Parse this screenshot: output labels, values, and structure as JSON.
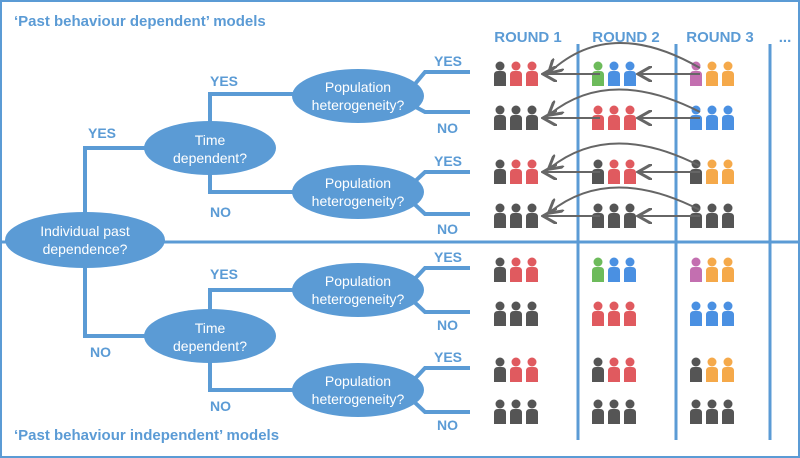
{
  "colors": {
    "accent": "#5b9bd5",
    "frame": "#5b9bd5",
    "text_on_node": "#ffffff",
    "arrow": "#666666",
    "person_dark": "#555555",
    "person_red": "#e05a5f",
    "person_green": "#6dbb5b",
    "person_blue": "#4a90e2",
    "person_magenta": "#c36fb0",
    "person_orange": "#f5a94a"
  },
  "panels": {
    "top_title": "‘Past behaviour dependent’ models",
    "bottom_title": "‘Past behaviour independent’ models"
  },
  "rounds": [
    "ROUND 1",
    "ROUND 2",
    "ROUND 3"
  ],
  "ellipsis": "...",
  "nodes": {
    "root": [
      "Individual past",
      "dependence?"
    ],
    "time": [
      "Time",
      "dependent?"
    ],
    "population": [
      "Population",
      "heterogeneity?"
    ]
  },
  "branch_labels": {
    "yes": "YES",
    "no": "NO"
  },
  "icon_names": [
    "person-icon",
    "curved-arrow-icon"
  ],
  "rows_colors": {
    "top": [
      [
        [
          "dark",
          "red",
          "red"
        ],
        [
          "green",
          "blue",
          "blue"
        ],
        [
          "magenta",
          "orange",
          "orange"
        ]
      ],
      [
        [
          "dark",
          "dark",
          "dark"
        ],
        [
          "red",
          "red",
          "red"
        ],
        [
          "blue",
          "blue",
          "blue"
        ]
      ],
      [
        [
          "dark",
          "red",
          "red"
        ],
        [
          "dark",
          "red",
          "red"
        ],
        [
          "dark",
          "orange",
          "orange"
        ]
      ],
      [
        [
          "dark",
          "dark",
          "dark"
        ],
        [
          "dark",
          "dark",
          "dark"
        ],
        [
          "dark",
          "dark",
          "dark"
        ]
      ]
    ],
    "bottom": [
      [
        [
          "dark",
          "red",
          "red"
        ],
        [
          "green",
          "blue",
          "blue"
        ],
        [
          "magenta",
          "orange",
          "orange"
        ]
      ],
      [
        [
          "dark",
          "dark",
          "dark"
        ],
        [
          "red",
          "red",
          "red"
        ],
        [
          "blue",
          "blue",
          "blue"
        ]
      ],
      [
        [
          "dark",
          "red",
          "red"
        ],
        [
          "dark",
          "red",
          "red"
        ],
        [
          "dark",
          "orange",
          "orange"
        ]
      ],
      [
        [
          "dark",
          "dark",
          "dark"
        ],
        [
          "dark",
          "dark",
          "dark"
        ],
        [
          "dark",
          "dark",
          "dark"
        ]
      ]
    ]
  }
}
